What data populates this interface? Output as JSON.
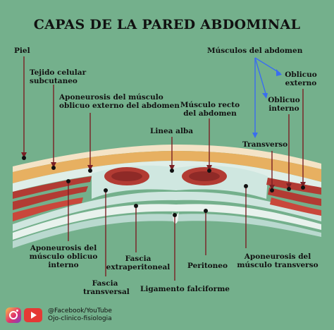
{
  "title": "CAPAS DE LA PARED ABDOMINAL",
  "labels": {
    "piel": "Piel",
    "tejido": "Tejido celular\nsubcutaneo",
    "aponeurosis_externo": "Aponeurosis del músculo\noblicuo externo del abdomen",
    "linea_alba": "Linea alba",
    "recto": "Músculo recto\ndel abdomen",
    "musculos": "Músculos del abdomen",
    "oblicuo_externo": "Oblicuo\nexterno",
    "oblicuo_interno": "Oblicuo\ninterno",
    "transverso": "Transverso",
    "aponeurosis_interno": "Aponeurosis del\nmúsculo oblicuo interno",
    "fascia_extraperitoneal": "Fascia\nextraperitoneal",
    "fascia_transversal": "Fascia\ntransversal",
    "ligamento": "Ligamento falciforme",
    "peritoneo": "Peritoneo",
    "aponeurosis_transverso": "Aponeurosis del\nmúsculo transverso"
  },
  "footer": {
    "text": "@Facebook/YouTube\nOjo-clinico-fisiologia",
    "icons": [
      "instagram-icon",
      "youtube-icon"
    ]
  },
  "colors": {
    "background": "#74b08c",
    "skin": "#f4e3c6",
    "fat": "#e7b061",
    "muscle": "#b23b33",
    "fascia": "#d8ece6",
    "pointer": "#7a1f24",
    "blue_pointer": "#3a6df0"
  }
}
